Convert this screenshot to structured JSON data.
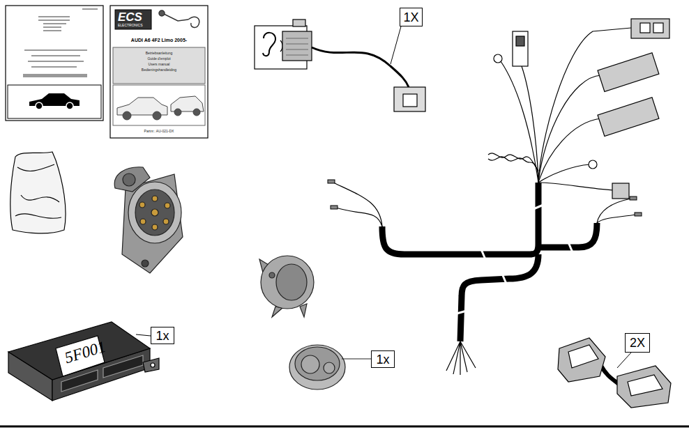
{
  "diagram": {
    "nodes": [
      {
        "text": [
          "1X"
        ]
      },
      {
        "text": [
          "1x"
        ]
      },
      {
        "text": [
          "2X"
        ]
      },
      {
        "text": [
          "1x"
        ]
      }
    ],
    "labels": [
      "5F001",
      "ECS",
      "ELECTRONICS",
      "AUDI A6 4F2 Limo 2005-",
      "Betriebsanleitung",
      "Guide d'emploi",
      "Users manual",
      "Bedieningshandleiding",
      "Partnr.: AU-021-DX"
    ]
  }
}
